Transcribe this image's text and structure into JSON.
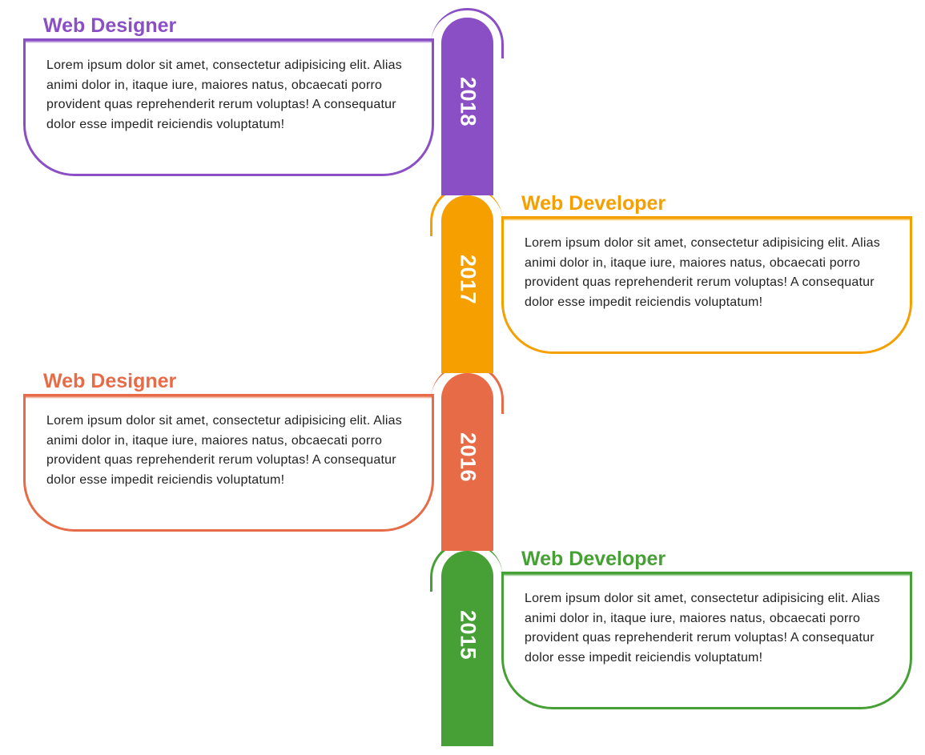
{
  "timeline": {
    "items": [
      {
        "year": "2018",
        "title": "Web Designer",
        "side": "left",
        "color": "#8a4fc4",
        "text": "Lorem ipsum dolor sit amet, consectetur adipisicing elit. Alias animi dolor in, itaque iure, maiores natus, obcaecati porro provident quas reprehenderit rerum voluptas! A consequatur dolor esse impedit reiciendis voluptatum!"
      },
      {
        "year": "2017",
        "title": "Web Developer",
        "side": "right",
        "color": "#f5a000",
        "text": "Lorem ipsum dolor sit amet, consectetur adipisicing elit. Alias animi dolor in, itaque iure, maiores natus, obcaecati porro provident quas reprehenderit rerum voluptas! A consequatur dolor esse impedit reiciendis voluptatum!"
      },
      {
        "year": "2016",
        "title": "Web Designer",
        "side": "left",
        "color": "#e66b46",
        "text": "Lorem ipsum dolor sit amet, consectetur adipisicing elit. Alias animi dolor in, itaque iure, maiores natus, obcaecati porro provident quas reprehenderit rerum voluptas! A consequatur dolor esse impedit reiciendis voluptatum!"
      },
      {
        "year": "2015",
        "title": "Web Developer",
        "side": "right",
        "color": "#46a035",
        "text": "Lorem ipsum dolor sit amet, consectetur adipisicing elit. Alias animi dolor in, itaque iure, maiores natus, obcaecati porro provident quas reprehenderit rerum voluptas! A consequatur dolor esse impedit reiciendis voluptatum!"
      }
    ]
  }
}
